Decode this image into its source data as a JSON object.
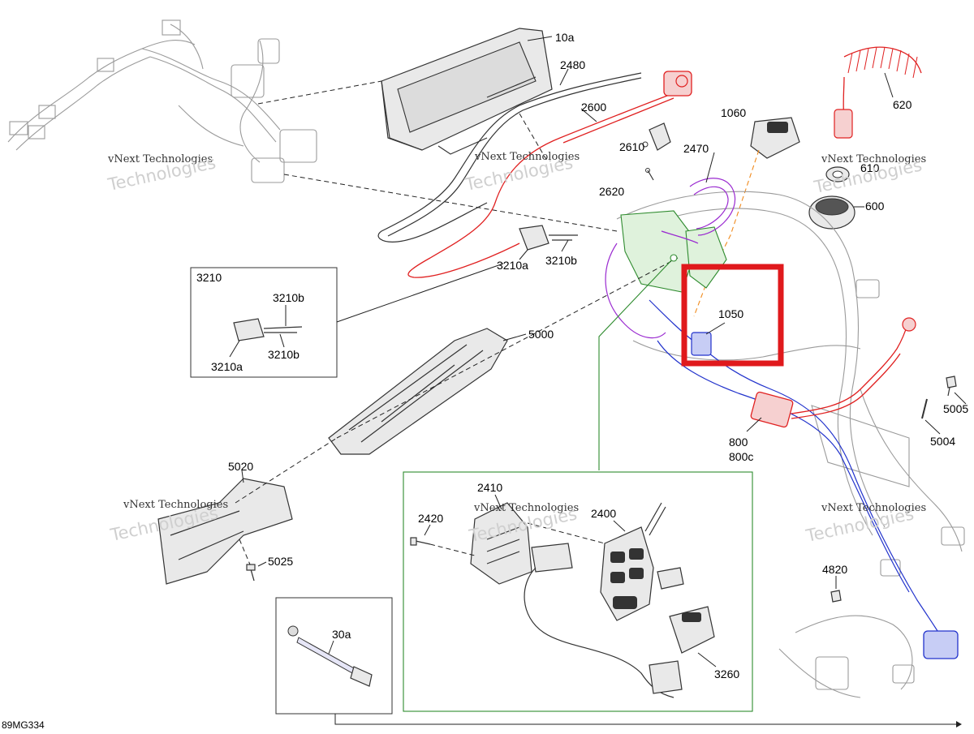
{
  "diagram_code": "89MG334",
  "watermark_small": "vNext Technologies",
  "watermark_large": "Technologies",
  "highlight_color": "#e0191c",
  "wire_colors": {
    "red": "#e02020",
    "blue": "#2233cc",
    "purple": "#9a2ad0",
    "green": "#2e8b2e",
    "orange": "#f08a1c"
  },
  "labels": {
    "p10a": "10a",
    "p2480": "2480",
    "p2600": "2600",
    "p2610": "2610",
    "p2620": "2620",
    "p2470": "2470",
    "p1060": "1060",
    "p620": "620",
    "p610": "610",
    "p600": "600",
    "p3210a": "3210a",
    "p3210b": "3210b",
    "p1050": "1050",
    "p5000": "5000",
    "p5005": "5005",
    "p5004": "5004",
    "p800": "800",
    "p800c": "800c",
    "p5020": "5020",
    "p5025": "5025",
    "p2410": "2410",
    "p2420": "2420",
    "p2400": "2400",
    "p3260": "3260",
    "p4820": "4820",
    "p30a": "30a"
  },
  "inset_3210": {
    "title": "3210",
    "b_top": "3210b",
    "a": "3210a",
    "b_bottom": "3210b"
  }
}
